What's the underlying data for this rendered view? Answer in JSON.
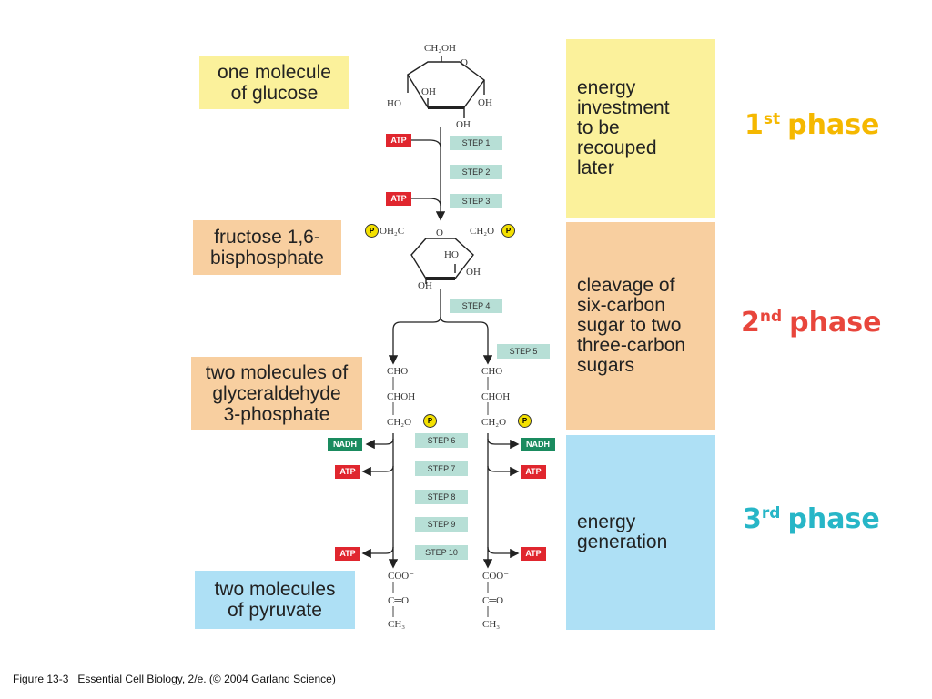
{
  "labels": {
    "glucose": "one molecule\nof glucose",
    "fructose": "fructose 1,6-\nbisphosphate",
    "g3p": "two molecules of\nglyceraldehyde\n3-phosphate",
    "pyruvate": "two molecules\nof pyruvate"
  },
  "phases": [
    {
      "description": "energy\ninvestment\nto be\nrecouped\nlater",
      "number": "1",
      "suffix": "st",
      "word": "phase",
      "color": "#f5b800"
    },
    {
      "description": "cleavage of\nsix-carbon\nsugar to two\nthree-carbon\nsugars",
      "number": "2",
      "suffix": "nd",
      "word": "phase",
      "color": "#e8463c"
    },
    {
      "description": "energy\ngeneration",
      "number": "3",
      "suffix": "rd",
      "word": "phase",
      "color": "#27b6c7"
    }
  ],
  "steps": [
    "STEP 1",
    "STEP 2",
    "STEP 3",
    "STEP 4",
    "STEP 5",
    "STEP 6",
    "STEP 7",
    "STEP 8",
    "STEP 9",
    "STEP 10"
  ],
  "tags": {
    "atp": "ATP",
    "nadh": "NADH"
  },
  "chem": {
    "ch2oh": "CH₂OH",
    "o": "O",
    "oh": "OH",
    "ho": "HO",
    "ohc": "OH₂C",
    "ch2o": "CH₂O",
    "p": "P",
    "cho": "CHO",
    "choh": "CHOH",
    "coo": "COO⁻",
    "co": "C═O",
    "ch3": "CH₃"
  },
  "caption": {
    "figure": "Figure 13-3",
    "source": "Essential Cell Biology, 2/e. (© 2004 Garland Science)"
  },
  "colors": {
    "yellow": "#fbf19b",
    "orange": "#f8cfa0",
    "blue": "#aee0f5",
    "atp": "#e0262e",
    "nadh": "#1a8b5f",
    "step": "#b7dfd6"
  }
}
